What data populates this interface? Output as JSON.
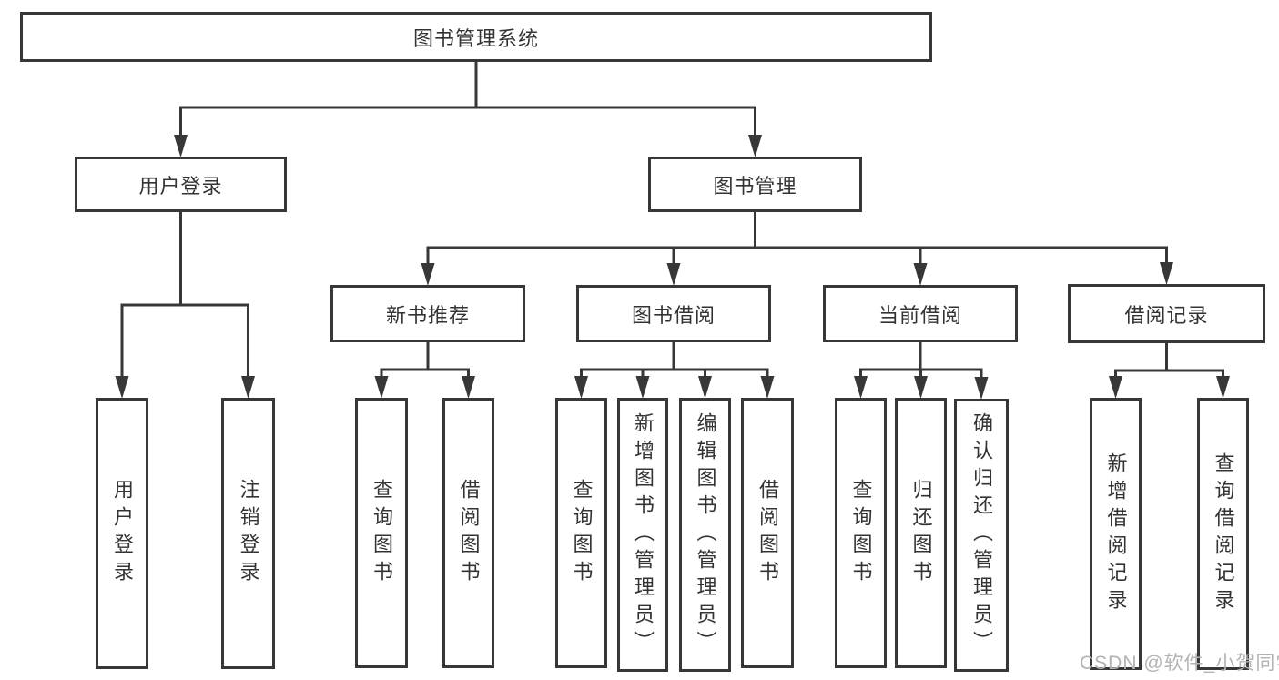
{
  "diagram": {
    "type": "hierarchy-flowchart",
    "title": "图书管理系统",
    "watermark": "CSDN @软件_小贺同学",
    "colors": {
      "line": "#373737",
      "box_border": "#373737",
      "box_fill": "#ffffff",
      "text": "#333333",
      "background": "#ffffff",
      "watermark": "#b3b3b3"
    },
    "nodes": [
      {
        "id": "root",
        "label": "图书管理系统",
        "vertical": false
      },
      {
        "id": "user-login",
        "label": "用户登录",
        "vertical": false
      },
      {
        "id": "book-mgmt",
        "label": "图书管理",
        "vertical": false
      },
      {
        "id": "new-book-rec",
        "label": "新书推荐",
        "vertical": false
      },
      {
        "id": "book-borrow",
        "label": "图书借阅",
        "vertical": false
      },
      {
        "id": "current-borrow",
        "label": "当前借阅",
        "vertical": false
      },
      {
        "id": "borrow-record",
        "label": "借阅记录",
        "vertical": false
      },
      {
        "id": "leaf-user-login",
        "label": "用户登录",
        "vertical": true
      },
      {
        "id": "leaf-logout",
        "label": "注销登录",
        "vertical": true
      },
      {
        "id": "leaf-query-book-1",
        "label": "查询图书",
        "vertical": true
      },
      {
        "id": "leaf-borrow-book-1",
        "label": "借阅图书",
        "vertical": true
      },
      {
        "id": "leaf-query-book-2",
        "label": "查询图书",
        "vertical": true
      },
      {
        "id": "leaf-add-book",
        "label": "新增图书（管理员）",
        "vertical": true
      },
      {
        "id": "leaf-edit-book",
        "label": "编辑图书（管理员）",
        "vertical": true
      },
      {
        "id": "leaf-borrow-book-2",
        "label": "借阅图书",
        "vertical": true
      },
      {
        "id": "leaf-query-book-3",
        "label": "查询图书",
        "vertical": true
      },
      {
        "id": "leaf-return-book",
        "label": "归还图书",
        "vertical": true
      },
      {
        "id": "leaf-confirm-return",
        "label": "确认归还（管理员）",
        "vertical": true
      },
      {
        "id": "leaf-add-borrow-record",
        "label": "新增借阅记录",
        "vertical": true
      },
      {
        "id": "leaf-query-borrow-record",
        "label": "查询借阅记录",
        "vertical": true
      }
    ],
    "edges": [
      {
        "from": "root",
        "to": [
          "user-login",
          "book-mgmt"
        ]
      },
      {
        "from": "user-login",
        "to": [
          "leaf-user-login",
          "leaf-logout"
        ]
      },
      {
        "from": "book-mgmt",
        "to": [
          "new-book-rec",
          "book-borrow",
          "current-borrow",
          "borrow-record"
        ]
      },
      {
        "from": "new-book-rec",
        "to": [
          "leaf-query-book-1",
          "leaf-borrow-book-1"
        ]
      },
      {
        "from": "book-borrow",
        "to": [
          "leaf-query-book-2",
          "leaf-add-book",
          "leaf-edit-book",
          "leaf-borrow-book-2"
        ]
      },
      {
        "from": "current-borrow",
        "to": [
          "leaf-query-book-3",
          "leaf-return-book",
          "leaf-confirm-return"
        ]
      },
      {
        "from": "borrow-record",
        "to": [
          "leaf-add-borrow-record",
          "leaf-query-borrow-record"
        ]
      }
    ]
  }
}
